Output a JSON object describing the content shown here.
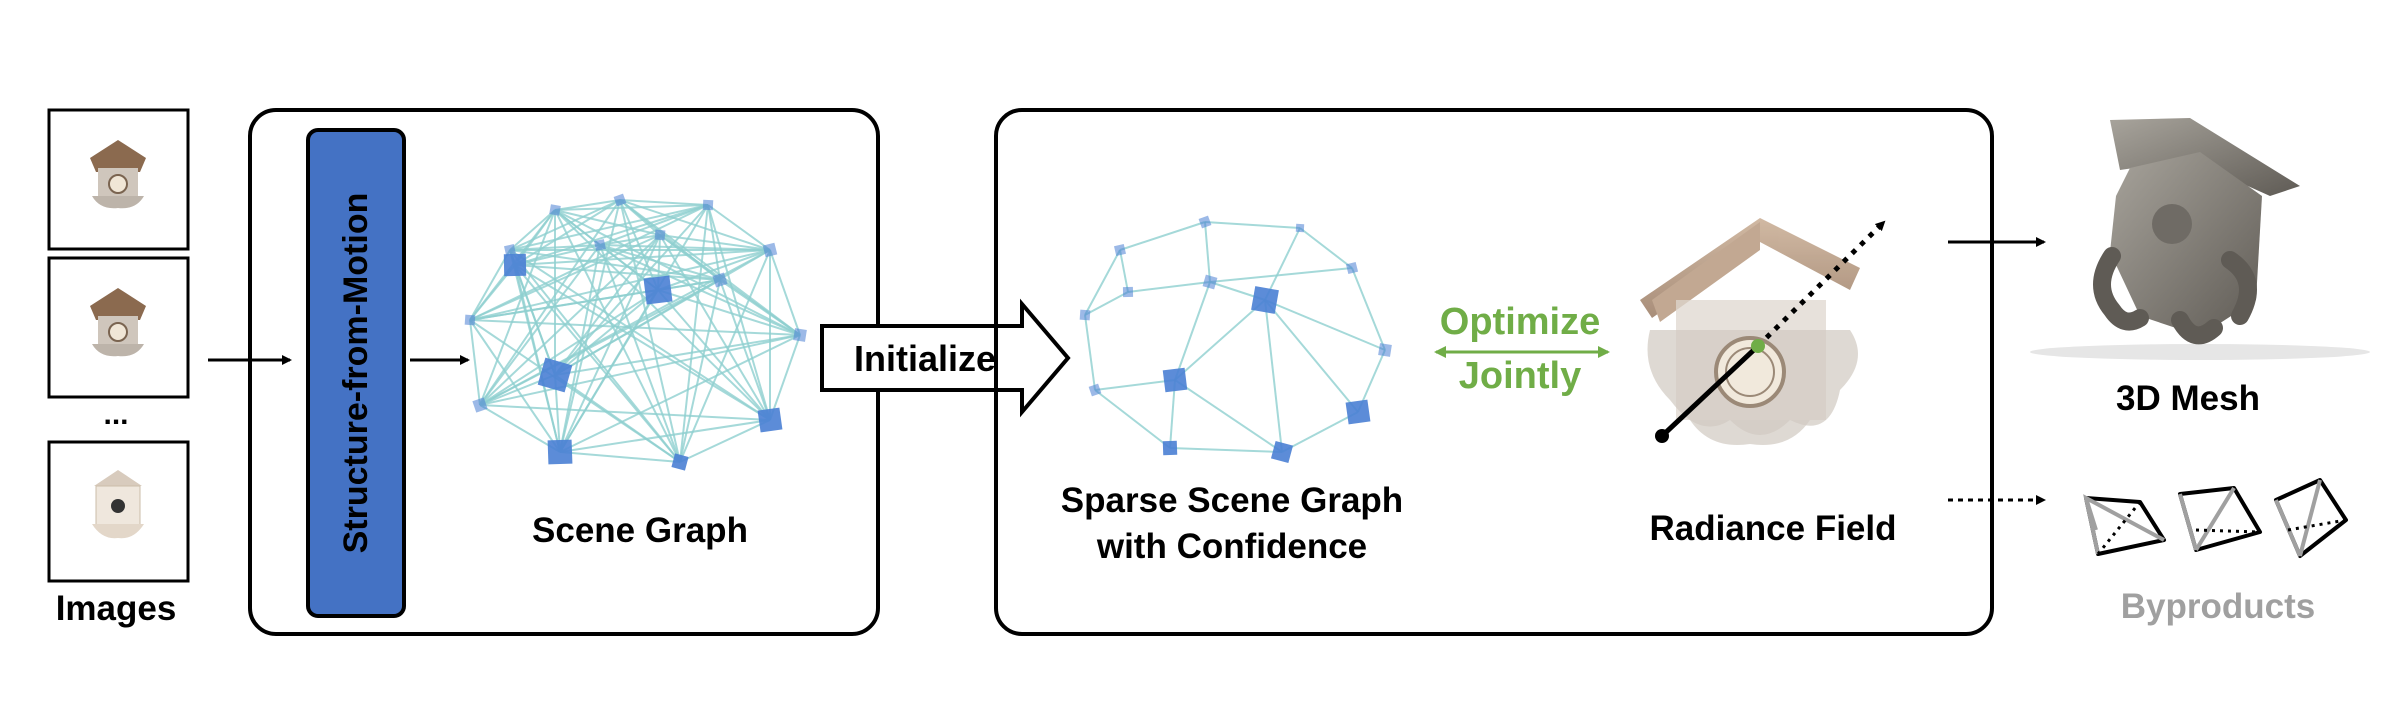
{
  "labels": {
    "images": "Images",
    "ellipsis": "...",
    "sfm": "Structure-from-Motion",
    "scene_graph": "Scene Graph",
    "initialize": "Initialize",
    "sparse_line1": "Sparse Scene Graph",
    "sparse_line2": "with Confidence",
    "optimize_line1": "Optimize",
    "optimize_line2": "Jointly",
    "radiance_field": "Radiance Field",
    "mesh": "3D Mesh",
    "byproducts": "Byproducts"
  },
  "colors": {
    "sfm_fill": "#4472C4",
    "graph_edge": "#8fd0d0",
    "camera_blue": "#4a7fd4",
    "optimize_green": "#70AD47",
    "byproducts_gray": "#a0a0a0",
    "mesh_gray": "#7d7a74",
    "cuckoo_wood": "#9a7b63"
  },
  "icons": {
    "images": [
      "cuckoo-clock-photo-icon",
      "cuckoo-clock-photo-icon",
      "cuckoo-clock-white-photo-icon"
    ],
    "byproducts": [
      "camera-pose-icon",
      "camera-pose-icon",
      "camera-pose-icon"
    ]
  }
}
